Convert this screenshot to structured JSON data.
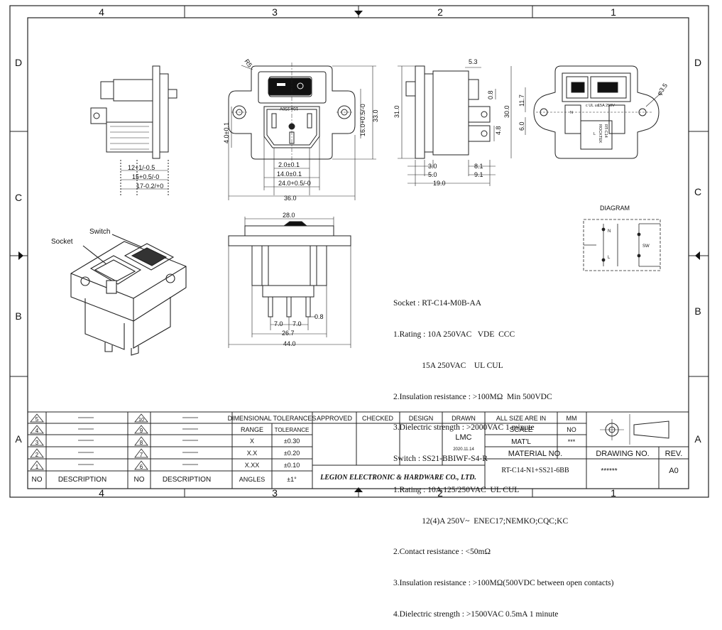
{
  "zones": {
    "top": [
      "4",
      "3",
      "2",
      "1"
    ],
    "bottom": [
      "4",
      "3",
      "2",
      "1"
    ],
    "left": [
      "D",
      "C",
      "B",
      "A"
    ],
    "right": [
      "D",
      "C",
      "B",
      "A"
    ]
  },
  "views": {
    "side": {
      "dims": [
        "12+1/-0.5",
        "15+0.5/-0",
        "17-0.2/+0"
      ]
    },
    "front": {
      "radius_label": "R5",
      "dims": [
        "2.0±0.1",
        "14.0±0.1",
        "24.0+0.5/-0",
        "36.0",
        "4.0±0.1",
        "16.0+0.5/-0",
        "33.0"
      ],
      "marking": "10A 250V"
    },
    "right_side": {
      "dims": [
        "5.3",
        "0.8",
        "31.0",
        "4.8",
        "3.0",
        "5.0",
        "19.0",
        "8.1",
        "9.1",
        "30.0"
      ]
    },
    "rear": {
      "dims": [
        "11.7",
        "6.0",
        "φ3.5"
      ],
      "markings": [
        "RT-C14",
        "ROCKTEK",
        "15A 250V~",
        "c UL us",
        "N",
        "L"
      ]
    },
    "top_view": {
      "dims": [
        "28.0",
        "0.8",
        "7.0",
        "7.0",
        "26.7",
        "44.0"
      ]
    },
    "iso": {
      "label_socket": "Socket",
      "label_switch": "Switch"
    },
    "diagram": {
      "title": "DIAGRAM",
      "labels": [
        "N",
        "L",
        "SW"
      ]
    }
  },
  "specs": [
    "Socket : RT-C14-M0B-AA",
    "1.Rating : 10A 250VAC   VDE  CCC",
    "              15A 250VAC    UL CUL",
    "2.Insulation resistance : >100MΩ  Min 500VDC",
    "3.Dielectric strength : >2000VAC 1 minute",
    "Switch : SS21-BBIWF-S4-R",
    "1.Rating : 10A 125/250VAC  UL CUL",
    "              12(4)A 250V~  ENEC17;NEMKO;CQC;KC",
    "2.Contact resistance : <50mΩ",
    "3.Insulation resistance : >100MΩ(500VDC between open contacts)",
    "4.Dielectric strength : >1500VAC 0.5mA 1 minute"
  ],
  "title_block": {
    "revisions_left": [
      "5",
      "4",
      "3",
      "2",
      "1"
    ],
    "revisions_right": [
      "10",
      "9",
      "8",
      "7",
      "6"
    ],
    "no_header": "NO",
    "description_header": "DESCRIPTION",
    "tolerances_title": "DIMENSIONAL TOLERANCES",
    "range_header": "RANGE",
    "tolerance_header": "TOLERANCE",
    "tolerance_rows": [
      {
        "range": "X",
        "tol": "±0.30"
      },
      {
        "range": "X.X",
        "tol": "±0.20"
      },
      {
        "range": "X.XX",
        "tol": "±0.10"
      },
      {
        "range": "ANGLES",
        "tol": "±1°"
      }
    ],
    "approved": "APPROVED",
    "checked": "CHECKED",
    "design": "DESIGN",
    "drawn": "DRAWN",
    "drawn_by": "LMC",
    "drawn_date": "2020.11.14",
    "company": "LEGION ELECTRONIC & HARDWARE CO., LTD.",
    "size_label": "ALL SIZE ARE IN",
    "size_unit": "MM",
    "scale_label": "SCALE",
    "scale_value": "NO",
    "matl_label": "MAT'L",
    "matl_value": "***",
    "material_no_label": "MATERIAL NO.",
    "material_no": "RT-C14-N1+SS21-6BB",
    "drawing_no_label": "DRAWING NO.",
    "drawing_no": "******",
    "rev_label": "REV.",
    "rev": "A0"
  }
}
